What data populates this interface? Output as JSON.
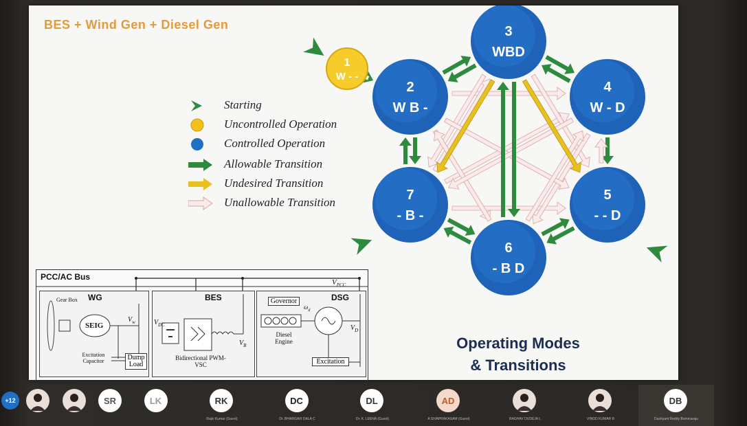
{
  "slide": {
    "title": "BES + Wind Gen + Diesel Gen",
    "caption_line1": "Operating Modes",
    "caption_line2": "& Transitions"
  },
  "legend": [
    {
      "label": "Starting",
      "symbol": "chevron-arrow-icon",
      "color": "#2e8b3e"
    },
    {
      "label": "Uncontrolled Operation",
      "symbol": "yellow-circle-icon",
      "color": "#f2c21a"
    },
    {
      "label": "Controlled Operation",
      "symbol": "blue-circle-icon",
      "color": "#1f6fc4"
    },
    {
      "label": "Allowable Transition",
      "symbol": "green-arrow-icon",
      "color": "#2e8b3e"
    },
    {
      "label": "Undesired Transition",
      "symbol": "yellow-arrow-icon",
      "color": "#e8c020"
    },
    {
      "label": "Unallowable Transition",
      "symbol": "pink-arrow-icon",
      "color": "#f1c9c9"
    }
  ],
  "nodes": [
    {
      "id": "1",
      "num": "1",
      "code": "W - -",
      "kind": "uncontrolled"
    },
    {
      "id": "2",
      "num": "2",
      "code": "W B -",
      "kind": "controlled"
    },
    {
      "id": "3",
      "num": "3",
      "code": "WBD",
      "kind": "controlled"
    },
    {
      "id": "4",
      "num": "4",
      "code": "W - D",
      "kind": "controlled"
    },
    {
      "id": "5",
      "num": "5",
      "code": "- - D",
      "kind": "controlled"
    },
    {
      "id": "6",
      "num": "6",
      "code": "- B D",
      "kind": "controlled"
    },
    {
      "id": "7",
      "num": "7",
      "code": "- B -",
      "kind": "controlled"
    }
  ],
  "circuit": {
    "bus_label": "PCC/AC Bus",
    "vpcc": "V",
    "vpcc_sub": "PCC",
    "wg": {
      "title": "WG",
      "gear_box": "Gear Box",
      "seig": "SEIG",
      "vw": "V",
      "vw_sub": "w",
      "excitation": "Excitation Capacitor",
      "dump": "Dump Load"
    },
    "bes": {
      "title": "BES",
      "vdc": "V",
      "vdc_sub": "DC",
      "converter": "Bidirectional PWM-VSC",
      "vb": "V",
      "vb_sub": "B"
    },
    "dsg": {
      "title": "DSG",
      "governor": "Governor",
      "omega": "ω",
      "omega_sub": "d",
      "engine": "Diesel Engine",
      "vd": "V",
      "vd_sub": "D",
      "excitation": "Excitation"
    }
  },
  "participants": [
    {
      "initials": "+12",
      "name": "",
      "bg": "#1f6fc4",
      "fg": "#ffffff"
    },
    {
      "initials": "",
      "name": "",
      "bg": "#444444",
      "fg": "#ffffff",
      "photo": true
    },
    {
      "initials": "",
      "name": "",
      "bg": "#5a3a2a",
      "fg": "#ffffff",
      "photo": true
    },
    {
      "initials": "SR",
      "name": "",
      "bg": "#ffffff",
      "fg": "#555555"
    },
    {
      "initials": "LK",
      "name": "",
      "bg": "#ffffff",
      "fg": "#999999"
    },
    {
      "initials": "RK",
      "name": "Rajiv Kumar (Guest)",
      "bg": "#ffffff",
      "fg": "#333333"
    },
    {
      "initials": "DC",
      "name": "Dr. BHARGAVI DALA C",
      "bg": "#ffffff",
      "fg": "#222222"
    },
    {
      "initials": "DL",
      "name": "Dr. K. LEENA (Guest)",
      "bg": "#ffffff",
      "fg": "#333333"
    },
    {
      "initials": "AD",
      "name": "A SIVAPRAKASAM (Guest)",
      "bg": "#f4d9c8",
      "fg": "#c25a2a"
    },
    {
      "initials": "",
      "name": "RAGHAV DUDEJA L",
      "bg": "#dddddd",
      "fg": "#333333",
      "photo": true
    },
    {
      "initials": "",
      "name": "VINOD KUMAR R",
      "bg": "#cccccc",
      "fg": "#333333",
      "photo": true
    },
    {
      "initials": "DB",
      "name": "Dushyant Reddy Bommaraju",
      "bg": "#ffffff",
      "fg": "#333333"
    }
  ]
}
